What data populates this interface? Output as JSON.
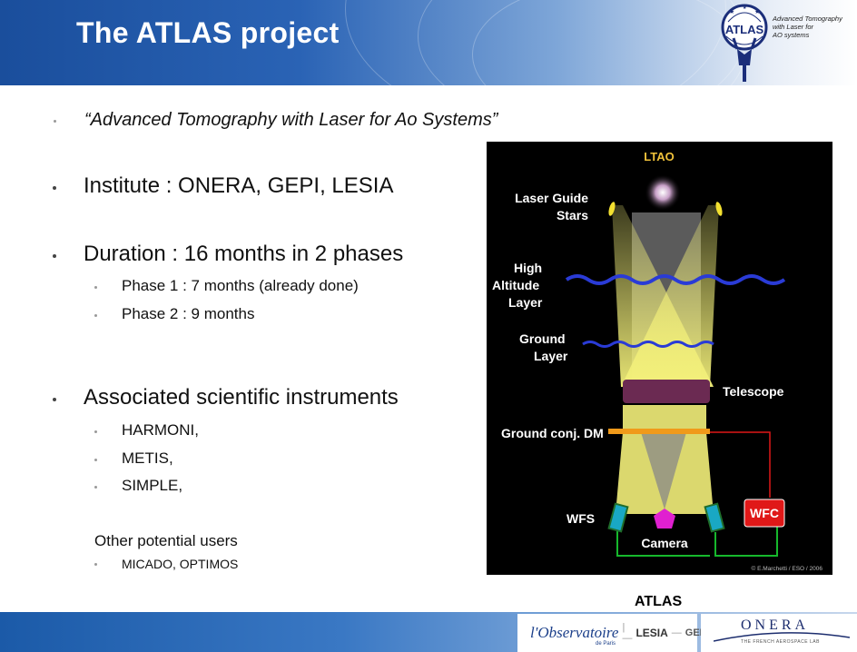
{
  "header": {
    "title": "The ATLAS project",
    "logo_text": "ATLAS",
    "logo_caption": [
      "Advanced Tomography",
      "with Laser for",
      "AO systems"
    ]
  },
  "bullets": {
    "subtitle": "“Advanced Tomography with Laser for Ao Systems”",
    "institute": "Institute : ONERA, GEPI, LESIA",
    "duration": "Duration : 16 months in 2 phases",
    "phase1": "Phase 1 : 7 months (already done)",
    "phase2": "Phase 2 : 9 months",
    "instruments": "Associated scientific instruments",
    "instrument_list": [
      "HARMONI,",
      "METIS,",
      "SIMPLE,"
    ],
    "other_users": "Other potential users",
    "other_list": "MICADO, OPTIMOS"
  },
  "diagram": {
    "title": "LTAO",
    "labels": {
      "lgs": [
        "Laser Guide",
        "Stars"
      ],
      "high": [
        "High",
        "Altitude",
        "Layer"
      ],
      "ground": [
        "Ground",
        "Layer"
      ],
      "telescope": "Telescope",
      "dm": "Ground conj. DM",
      "wfs": "WFS",
      "wfc": "WFC",
      "camera": "Camera",
      "credit": "© E.Marchetti / ESO / 2006"
    },
    "colors": {
      "beam": "#f3f07a",
      "wave": "#2a3bd6",
      "telescope": "#6b2a52",
      "dm": "#f09a1a",
      "wfc": "#e01818",
      "camera": "#e020d0",
      "feedback": "#16b82c",
      "wfs": "#19a8c4"
    }
  },
  "footer": {
    "label": "ATLAS",
    "obs": "l'Observatoire",
    "obs_sub": "de Paris",
    "lesia": "LESIA",
    "gepi": "GEPI",
    "onera": "ONERA",
    "onera_sub": "THE FRENCH AEROSPACE LAB"
  }
}
